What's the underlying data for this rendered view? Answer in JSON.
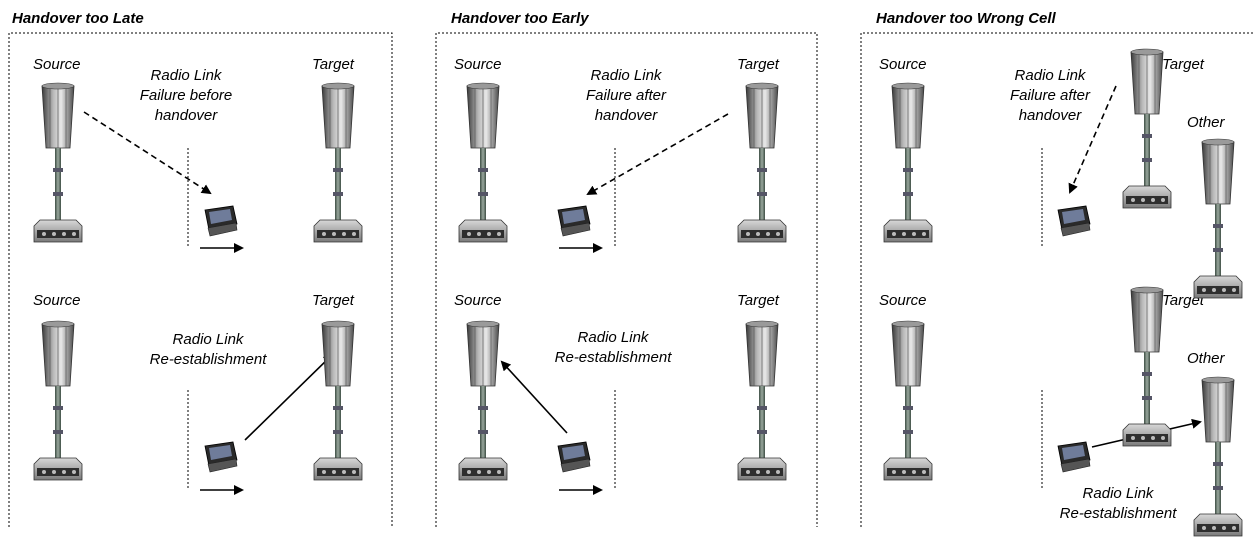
{
  "panels": [
    {
      "title": "Handover too Late",
      "top": {
        "source": "Source",
        "target": "Target",
        "caption": [
          "Radio Link",
          "Failure before",
          "handover"
        ]
      },
      "bottom": {
        "source": "Source",
        "target": "Target",
        "caption": [
          "Radio Link",
          "Re-establishment"
        ]
      }
    },
    {
      "title": "Handover too Early",
      "top": {
        "source": "Source",
        "target": "Target",
        "caption": [
          "Radio Link",
          "Failure after",
          "handover"
        ]
      },
      "bottom": {
        "source": "Source",
        "target": "Target",
        "caption": [
          "Radio Link",
          "Re-establishment"
        ]
      }
    },
    {
      "title": "Handover too Wrong Cell",
      "top": {
        "source": "Source",
        "target": "Target",
        "other": "Other",
        "caption": [
          "Radio Link",
          "Failure after",
          "handover"
        ]
      },
      "bottom": {
        "source": "Source",
        "target": "Target",
        "other": "Other",
        "caption": [
          "Radio Link",
          "Re-establishment"
        ]
      }
    }
  ]
}
